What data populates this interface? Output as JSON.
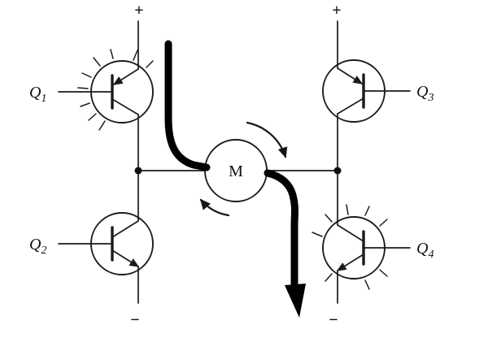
{
  "diagram": {
    "labels": {
      "q1": {
        "base": "Q",
        "sub": "1"
      },
      "q2": {
        "base": "Q",
        "sub": "2"
      },
      "q3": {
        "base": "Q",
        "sub": "3"
      },
      "q4": {
        "base": "Q",
        "sub": "4"
      },
      "motor": "M",
      "supply_plus_left": "+",
      "supply_plus_right": "+",
      "ground_minus_left": "−",
      "ground_minus_right": "−"
    },
    "icons": {
      "current_path": "thick-current-flow-arrow",
      "rotation_top": "clockwise-rotation-arrow",
      "rotation_bottom": "clockwise-rotation-arrow",
      "q1_glow": "conduction-glow-rays",
      "q4_glow": "conduction-glow-rays"
    },
    "colors": {
      "line": "#1b1b1b",
      "current_path": "#000000",
      "background": "#ffffff"
    }
  }
}
